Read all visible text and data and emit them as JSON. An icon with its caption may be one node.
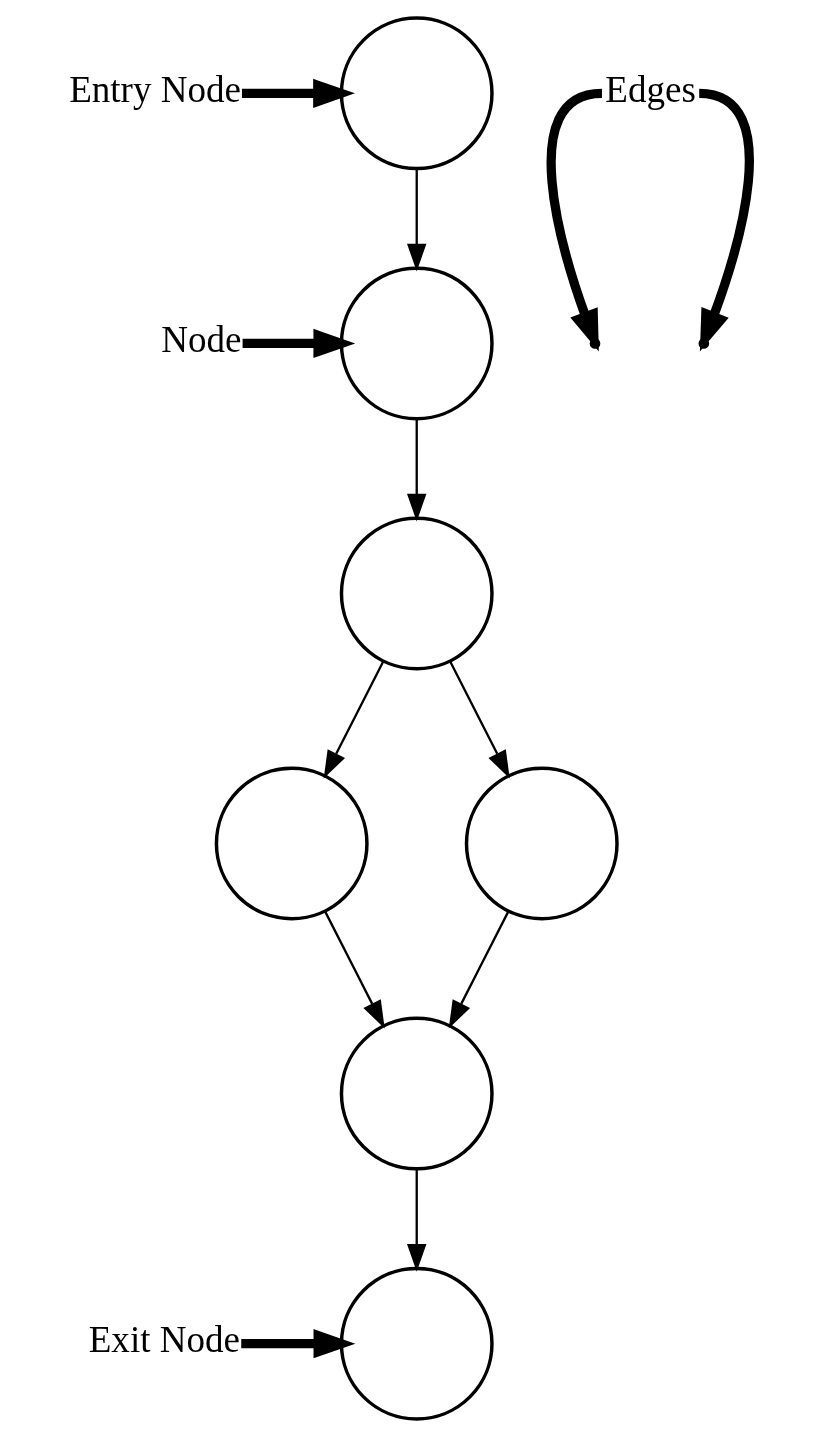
{
  "diagram": {
    "nodes": [
      {
        "text": [
          "Entry Node"
        ]
      },
      {
        "text": [],
        "shape": "circle"
      },
      {
        "text": [
          "Node"
        ]
      },
      {
        "text": [],
        "shape": "circle"
      },
      {
        "text": [
          "Edges"
        ]
      },
      {
        "text": [],
        "shape": "circle"
      },
      {
        "text": [],
        "shape": "circle"
      },
      {
        "text": [],
        "shape": "circle"
      },
      {
        "text": [],
        "shape": "circle"
      },
      {
        "text": [
          "Exit Node"
        ]
      },
      {
        "text": [],
        "shape": "circle"
      }
    ],
    "edges": [
      {
        "from": 0,
        "to": 1,
        "arrow": "to",
        "style": "thick"
      },
      {
        "from": 1,
        "to": 3,
        "arrow": "to"
      },
      {
        "from": 2,
        "to": 3,
        "arrow": "to",
        "style": "thick"
      },
      {
        "from": 4,
        "to": null,
        "arrow": "to",
        "style": "thick"
      },
      {
        "from": 4,
        "to": null,
        "arrow": "to",
        "style": "thick"
      },
      {
        "from": 3,
        "to": 5,
        "arrow": "to"
      },
      {
        "from": 5,
        "to": 6,
        "arrow": "to"
      },
      {
        "from": 5,
        "to": 7,
        "arrow": "to"
      },
      {
        "from": 6,
        "to": 8,
        "arrow": "to"
      },
      {
        "from": 7,
        "to": 8,
        "arrow": "to"
      },
      {
        "from": 8,
        "to": 10,
        "arrow": "to"
      },
      {
        "from": 9,
        "to": 10,
        "arrow": "to",
        "style": "thick"
      }
    ]
  }
}
